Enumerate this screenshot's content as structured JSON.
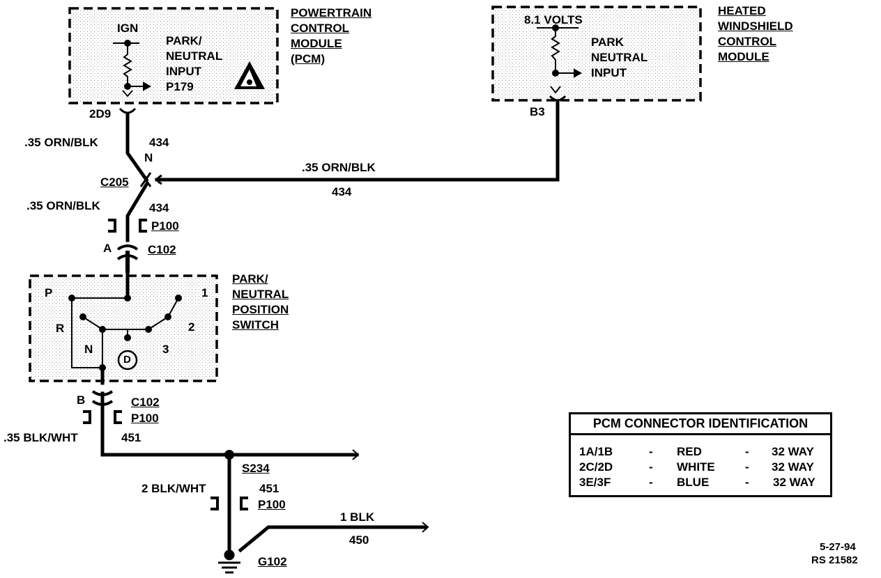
{
  "modules": {
    "pcm": {
      "name_lines": [
        "POWERTRAIN",
        "CONTROL",
        "MODULE",
        "(PCM)"
      ],
      "ign": "IGN",
      "input_lines": [
        "PARK/",
        "NEUTRAL",
        "INPUT",
        "P179"
      ],
      "terminal": "2D9"
    },
    "hwcm": {
      "name_lines": [
        "HEATED",
        "WINDSHIELD",
        "CONTROL",
        "MODULE"
      ],
      "voltage": "8.1 VOLTS",
      "input_lines": [
        "PARK",
        "NEUTRAL",
        "INPUT"
      ],
      "terminal": "B3"
    }
  },
  "wires": {
    "upper_left_gauge": ".35 ORN/BLK",
    "upper_left_circuit": "434",
    "horizontal_gauge": ".35 ORN/BLK",
    "horizontal_circuit": "434",
    "lower_left_gauge": ".35 ORN/BLK",
    "lower_left_circuit": "434",
    "ground_gauge": ".35 BLK/WHT",
    "ground_circuit": "451",
    "drop_gauge": "2 BLK/WHT",
    "drop_circuit": "451",
    "branch_gauge": "1 BLK",
    "branch_circuit": "450"
  },
  "connectors": {
    "c205": "C205",
    "c205_pin": "N",
    "p100_upper": "P100",
    "c102_upper": "C102",
    "c102_upper_pin": "A",
    "c102_lower": "C102",
    "c102_lower_pin": "B",
    "p100_middle": "P100",
    "splice": "S234",
    "p100_lower": "P100",
    "ground": "G102"
  },
  "switch": {
    "title_lines": [
      "PARK/",
      "NEUTRAL",
      "POSITION",
      "SWITCH"
    ],
    "positions": {
      "p": "P",
      "r": "R",
      "n": "N",
      "d": "D",
      "one": "1",
      "two": "2",
      "three": "3"
    }
  },
  "table": {
    "title": "PCM CONNECTOR IDENTIFICATION",
    "rows": [
      {
        "pins": "1A/1B",
        "sep1": "-",
        "color": "RED",
        "sep2": "-",
        "size": "32 WAY"
      },
      {
        "pins": "2C/2D",
        "sep1": "-",
        "color": "WHITE",
        "sep2": "-",
        "size": "32 WAY"
      },
      {
        "pins": "3E/3F",
        "sep1": "-",
        "color": "BLUE",
        "sep2": "-",
        "size": "32 WAY"
      }
    ]
  },
  "footer": {
    "date": "5-27-94",
    "ref": "RS 21582"
  }
}
